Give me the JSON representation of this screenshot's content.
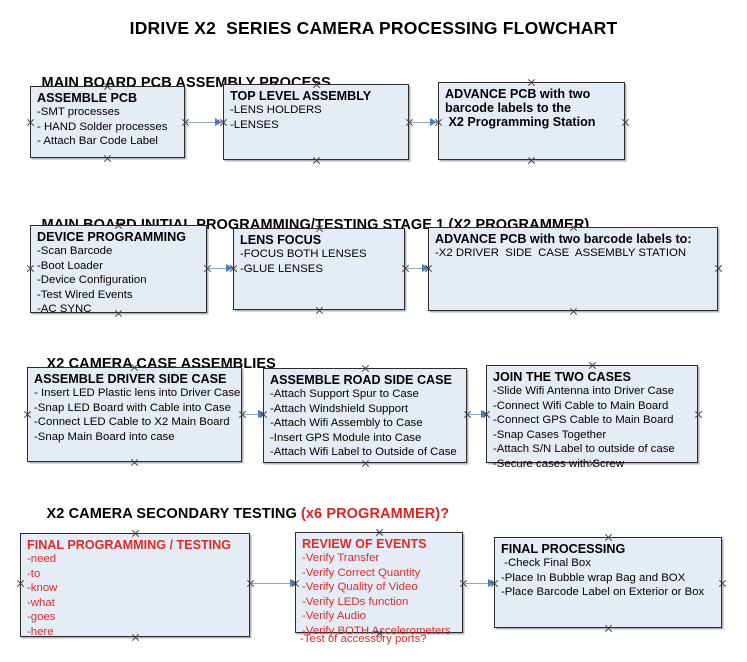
{
  "document": {
    "title": "IDRIVE X2  SERIES CAMERA PROCESSING FLOWCHART"
  },
  "colors": {
    "box_fill": "#e6ecf6",
    "box_border": "#2b2b2b",
    "arrow_line": "#8ea7bf",
    "arrow_head": "#4d7dbe",
    "accent_red": "#e02b28",
    "text": "#000000"
  },
  "sections": [
    {
      "id": "main-board-pcb-assembly",
      "heading": "MAIN BOARD PCB ASSEMBLY PROCESS",
      "heading_accent": "",
      "boxes": [
        {
          "id": "assemble-pcb",
          "title": "ASSEMBLE PCB",
          "lines": [
            "-SMT processes",
            "- HAND Solder processes",
            "- Attach Bar Code Label"
          ],
          "red": false
        },
        {
          "id": "top-level-assembly",
          "title": "TOP LEVEL ASSEMBLY",
          "lines": [
            "-LENS HOLDERS",
            "-LENSES"
          ],
          "red": false
        },
        {
          "id": "advance-pcb-to-x2-programming-station",
          "title": "ADVANCE PCB with two",
          "lines": [
            "barcode labels to the",
            " X2 Programming Station"
          ],
          "title_wraps": true,
          "red": false
        }
      ]
    },
    {
      "id": "main-board-initial-programming",
      "heading": "MAIN BOARD INITIAL PROGRAMMING/TESTING STAGE 1 (X2 PROGRAMMER)",
      "heading_accent": "",
      "boxes": [
        {
          "id": "device-programming",
          "title": "DEVICE PROGRAMMING",
          "lines": [
            "-Scan Barcode",
            "-Boot Loader",
            "-Device Configuration",
            "-Test Wired Events",
            "-AC SYNC"
          ],
          "red": false
        },
        {
          "id": "lens-focus",
          "title": "LENS FOCUS",
          "lines": [
            "-FOCUS BOTH LENSES",
            "-GLUE LENSES"
          ],
          "red": false
        },
        {
          "id": "advance-pcb-to-driver-side-case",
          "title": "ADVANCE PCB with two barcode labels to:",
          "lines": [
            "-X2 DRIVER  SIDE  CASE  ASSEMBLY STATION"
          ],
          "red": false
        }
      ]
    },
    {
      "id": "x2-camera-case-assemblies",
      "heading": "X2 CAMERA CASE ASSEMBLIES",
      "heading_accent": "",
      "boxes": [
        {
          "id": "assemble-driver-side-case",
          "title": "ASSEMBLE DRIVER SIDE CASE",
          "lines": [
            "- Insert LED Plastic lens into Driver Case",
            "-Snap LED Board with Cable into Case",
            "-Connect LED Cable to X2 Main Board",
            "-Snap Main Board into case"
          ],
          "red": false
        },
        {
          "id": "assemble-road-side-case",
          "title": "ASSEMBLE ROAD SIDE CASE",
          "lines": [
            "-Attach Support Spur to Case",
            "-Attach Windshield Support",
            "-Attach Wifi Assembly to Case",
            "-Insert GPS Module into Case",
            "-Attach Wifi Label to Outside of Case"
          ],
          "red": false
        },
        {
          "id": "join-the-two-cases",
          "title": "JOIN THE TWO CASES",
          "lines": [
            "-Slide Wifi Antenna into Driver Case",
            "-Connect Wifi Cable to Main Board",
            "-Connect GPS Cable to Main Board",
            "-Snap Cases Together",
            "-Attach S/N Label to outside of case",
            "-Secure cases with Screw"
          ],
          "red": false
        }
      ]
    },
    {
      "id": "x2-camera-secondary-testing",
      "heading": "X2 CAMERA SECONDARY TESTING ",
      "heading_accent": "(x6 PROGRAMMER)?",
      "boxes": [
        {
          "id": "final-programming-testing",
          "title": "FINAL PROGRAMMING / TESTING",
          "lines": [
            "-need",
            "-to",
            "-know",
            "-what",
            "-goes",
            "-here"
          ],
          "red": true
        },
        {
          "id": "review-of-events",
          "title": "REVIEW OF EVENTS",
          "lines": [
            "-Verify Transfer",
            "-Verify Correct Quantity",
            "-Verify Quality of Video",
            "-Verify LEDs function",
            "-Verify Audio",
            "-Verify BOTH Accelerometers"
          ],
          "overflow_line": "-Test of accessory ports?",
          "red": true
        },
        {
          "id": "final-processing",
          "title": "FINAL PROCESSING",
          "lines": [
            " -Check Final Box",
            "-Place In Bubble wrap Bag and BOX",
            "-Place Barcode Label on Exterior or Box"
          ],
          "red": false
        }
      ]
    }
  ]
}
